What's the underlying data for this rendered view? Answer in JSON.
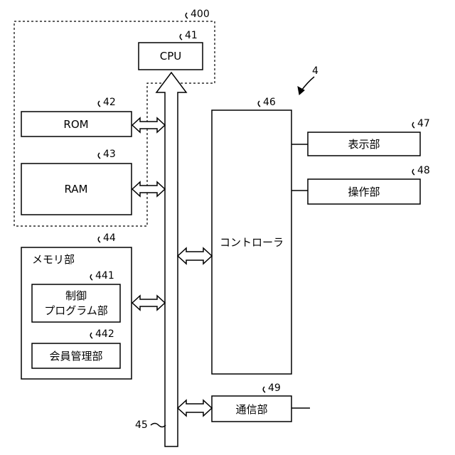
{
  "figure_ref": "4",
  "labels": {
    "cpu": "CPU",
    "rom": "ROM",
    "ram": "RAM",
    "memory": "メモリ部",
    "control_program_line1": "制御",
    "control_program_line2": "プログラム部",
    "member_management": "会員管理部",
    "controller": "コントローラ",
    "display": "表示部",
    "operation": "操作部",
    "communication": "通信部"
  },
  "refs": {
    "computer_group": "400",
    "cpu": "41",
    "rom": "42",
    "ram": "43",
    "memory": "44",
    "bus": "45",
    "controller": "46",
    "display": "47",
    "operation": "48",
    "communication": "49",
    "control_program": "441",
    "member_management": "442"
  }
}
